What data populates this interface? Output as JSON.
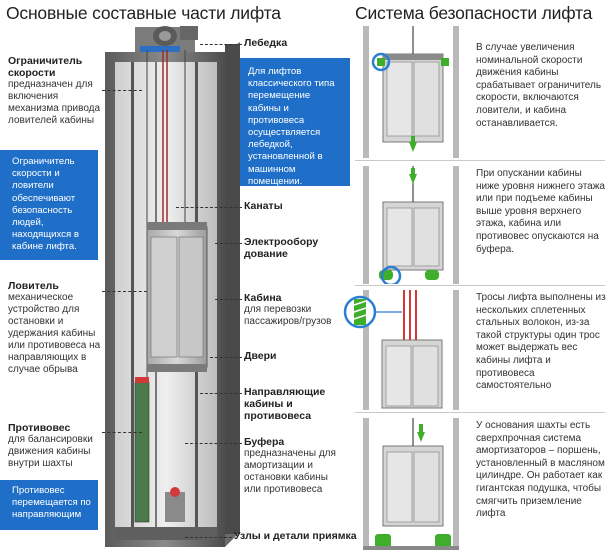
{
  "left": {
    "title": "Основные составные части лифта",
    "ogranichitel": {
      "heading": "Ограничитель скорости",
      "desc": "предназначен для включения механизма привода ловителей кабины"
    },
    "box_ogranichitel": "Ограничитель скорости и ловители обеспечивают безопасность людей, находящихся в кабине лифта.",
    "lovitel": {
      "heading": "Ловитель",
      "desc": "механическое устройство для остановки и удержания кабины или противовеса на направляющих в случае обрыва"
    },
    "protivoves": {
      "heading": "Противовес",
      "desc": "для балансировки движения кабины внутри шахты"
    },
    "box_protivoves": "Противовес перемещается по направляющим",
    "lebedka": "Лебедка",
    "box_lebedka": "Для лифтов классического типа перемещение кабины и противовеса осуществляется лебедкой, установленной в машинном помещении.",
    "kanaty": "Канаты",
    "elektro": "Электрооборудование",
    "kabina": {
      "heading": "Кабина",
      "desc": "для перевозки пассажиров/грузов"
    },
    "dveri": "Двери",
    "napravl": "Направляющие кабины и противовеса",
    "bufera": {
      "heading": "Буфера",
      "desc": "предназначены для амортизации и остановки кабины или противовеса"
    },
    "uzly": "Узлы и детали приямка"
  },
  "right": {
    "title": "Система безопасности лифта",
    "texts": [
      "В случае увеличения номинальной скорости движения кабины срабатывает ограничитель скорости, включаются ловители, и кабина останавливается.",
      "При опускании кабины ниже уровня нижнего этажа или при подъеме кабины выше уровня верхнего этажа, кабина или противовес опускаются на буфера.",
      "Тросы лифта выполнены из нескольких сплетенных стальных волокон, из-за такой структуры один трос может выдержать вес кабины лифта и противовеса самостоятельно",
      "У основания шахты есть сверхпрочная система амортизаторов – поршень, установленный в масляном цилиндре. Он работает как гигантская подушка, чтобы смягчить приземление лифта"
    ]
  },
  "colors": {
    "accent_blue": "#1f6fc8",
    "alert_green": "#3fae2a",
    "highlight_blue": "#2a7fd4",
    "rope_red": "#d23a3a"
  }
}
